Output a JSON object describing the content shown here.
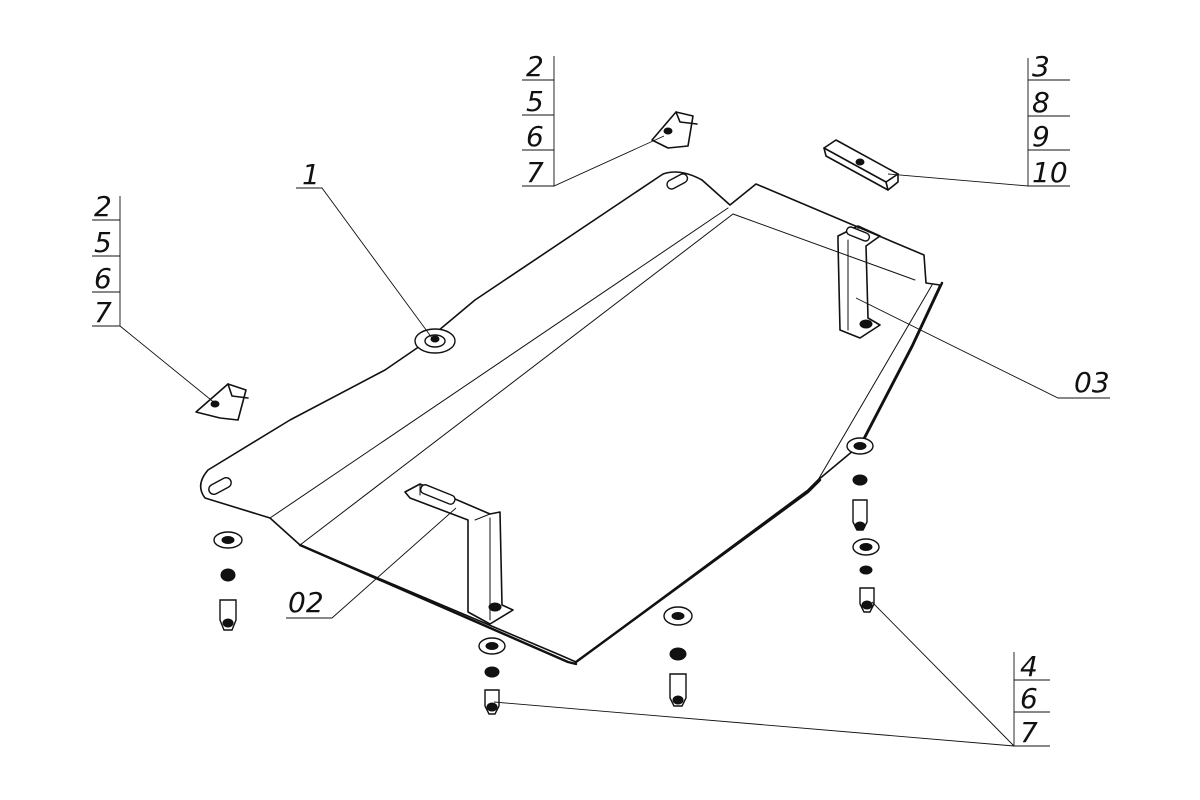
{
  "callouts": {
    "part_1": "1",
    "part_02": "02",
    "part_03": "03",
    "stack_top_center": [
      "2",
      "5",
      "6",
      "7"
    ],
    "stack_left": [
      "2",
      "5",
      "6",
      "7"
    ],
    "stack_top_right": [
      "3",
      "8",
      "9",
      "10"
    ],
    "stack_bottom_right": [
      "4",
      "6",
      "7"
    ]
  }
}
